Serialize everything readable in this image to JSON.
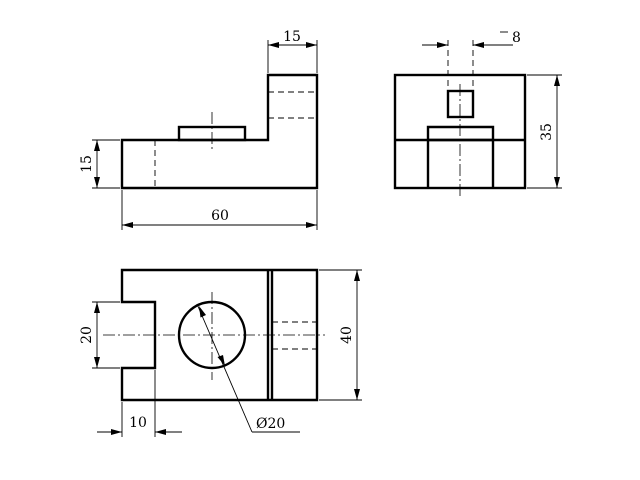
{
  "dimensions": {
    "front_top_width": "15",
    "front_base_height": "15",
    "front_length": "60",
    "side_slot_width": "8",
    "side_height": "35",
    "top_slot_width": "20",
    "top_depth": "40",
    "top_slot_depth": "10",
    "hole_diameter": "Ø20"
  }
}
